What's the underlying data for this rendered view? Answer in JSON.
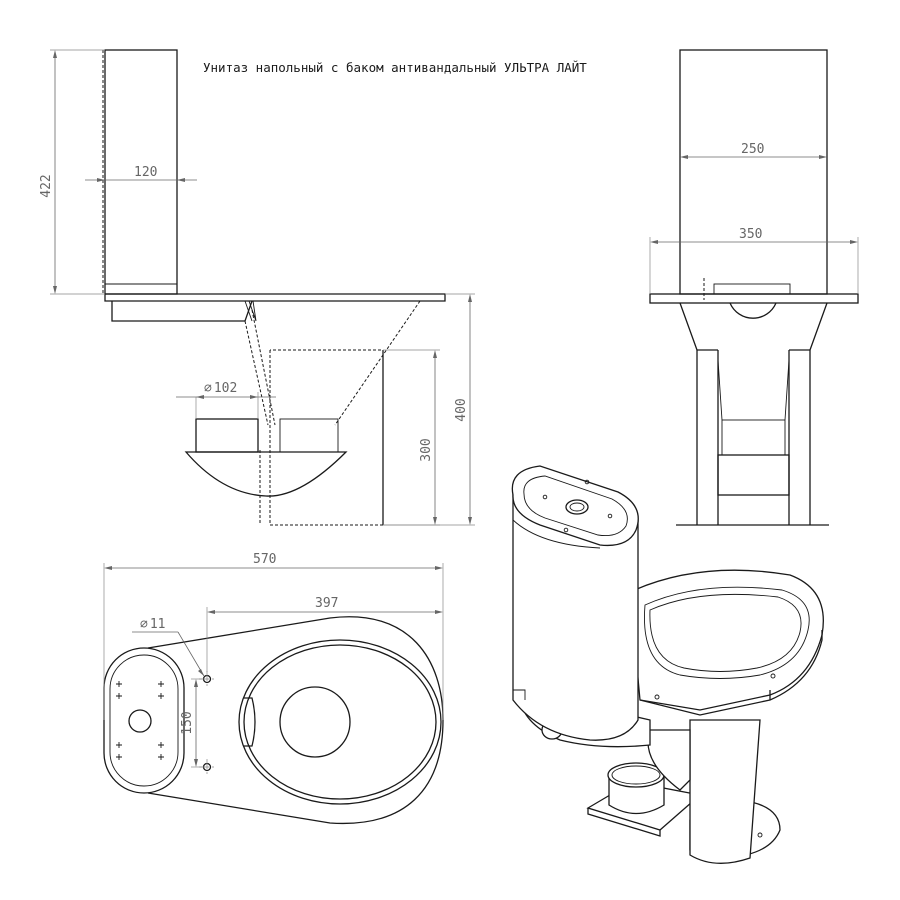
{
  "title": "Унитаз напольный с баком антивандальный УЛЬТРА ЛАЙТ",
  "dimensions": {
    "tank_height": "422",
    "tank_depth": "120",
    "outlet_diameter": "102",
    "height_300": "300",
    "height_400": "400",
    "tank_width": "250",
    "bowl_width": "350",
    "length": "570",
    "length_397": "397",
    "hole_diameter": "11",
    "hole_spacing": "150"
  },
  "diameter_symbol": "∅"
}
